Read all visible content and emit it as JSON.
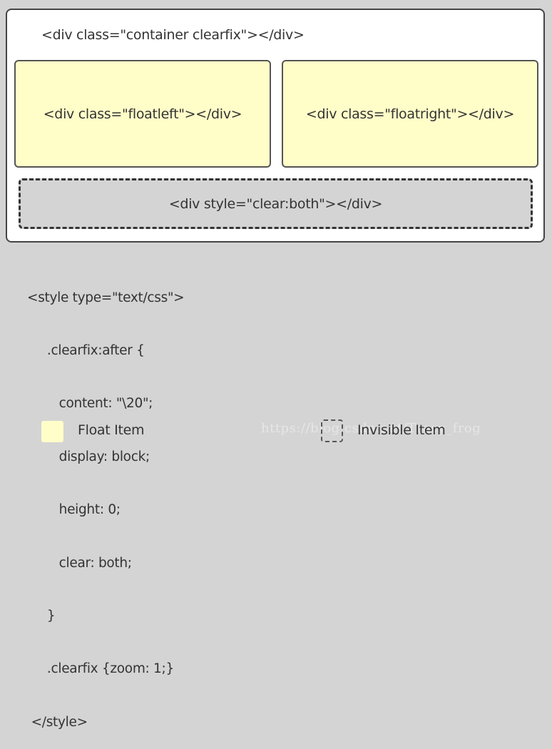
{
  "diagram": {
    "container_label": "<div class=\"container clearfix\"></div>",
    "float_left_label": "<div class=\"floatleft\"></div>",
    "float_right_label": "<div class=\"floatright\"></div>",
    "clear_label": "<div style=\"clear:both\"></div>"
  },
  "code_lines": [
    "<style type=\"text/css\">",
    "     .clearfix:after {",
    "        content: \"\\20\";",
    "        display: block;",
    "        height: 0;",
    "        clear: both;",
    "     }",
    "     .clearfix {zoom: 1;}",
    " </style>"
  ],
  "legend": {
    "float_item_label": "Float Item",
    "invisible_item_label": "Invisible Item"
  },
  "watermark": "https://blog.csdn.net/Tracy_frog",
  "colors": {
    "background": "#d4d4d4",
    "container": "#ffffff",
    "float_fill": "#fffdc8"
  }
}
